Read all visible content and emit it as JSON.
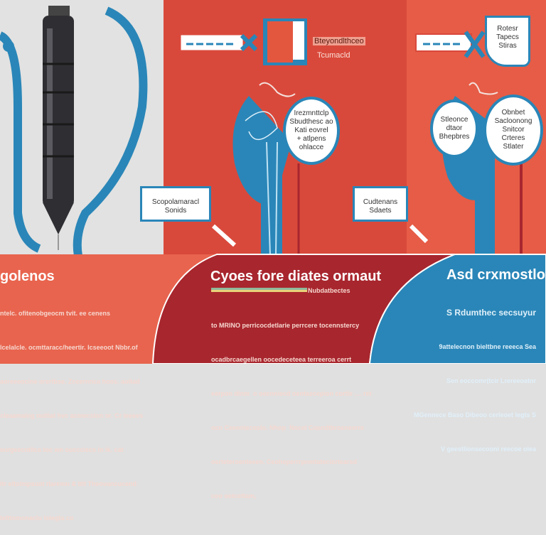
{
  "colors": {
    "gray_panel": "#e2e2e2",
    "red_panel": "#d9493b",
    "coral_panel": "#e65c46",
    "dark_red": "#a8262e",
    "blue": "#2a86b8",
    "bottom_left": "#e8644e"
  },
  "top_panels": {
    "middle": {
      "banner_label": "Bteyondlthceo",
      "banner_sub": "Tcumacld",
      "bubble_lines": [
        "Irezmnttclp",
        "Sbudthesc ao",
        "Kati eovrel",
        "+ atlpens",
        "ohlacce"
      ],
      "box_lines": [
        "Scopolamaracl",
        "Sonids"
      ]
    },
    "right": {
      "shield_lines": [
        "Rotesr",
        "Tapecs",
        "Stiras"
      ],
      "bubble_left_lines": [
        "Stleonce",
        "dtaor",
        "Bhepbres"
      ],
      "bubble_right_lines": [
        "Obnbet",
        "Sacloonong",
        "Snitcor",
        "Crteres",
        "Stlater"
      ],
      "box_lines": [
        "Cudtenans",
        "Sdaets"
      ]
    }
  },
  "bottom": {
    "left": {
      "heading": "golenos",
      "lines": [
        "ntelc. ofitenobgeocm tvit. ee cenens",
        "lcelalcle. ocmttaracc/heertir. Icseeoot Nbbr.of",
        "aoreeeocine orertbse. Zceernnca hoos. aoltad",
        "cleaamaleg ouitiat hvc acmecsion or. Cr ieeees",
        "eurgeecntilca toc wn ouccciecs ln ik. cat",
        "itr eltoimpsuot rlaremn & ttit Theovancucend",
        "telttomonaclu lstegta co"
      ]
    },
    "middle": {
      "heading": "Cyoes fore diates ormaut",
      "bar_label": "Nubdatbectes",
      "lines": [
        "to MRINO perricocdetlarie perrcere tocennstercy",
        "ocadbrcaegellen oocedeceteea terreeroa cerrt",
        "eerpon dinm  o oeenniecd oentaecepion cortle .... ret",
        "ocn Ceenniecoslo. Nhop  Nocel Cuendtbroeneerre",
        "oerteteroenteeen. Ceoheperrrpnmtateclortearsd",
        "coo oetcettam,"
      ]
    },
    "right": {
      "heading": "Asd crxmostlov",
      "lines": [
        "S Rdumthec secsuyur",
        "9attelecnon bieltbne reeeca Sea",
        "Sen eoccomr(tcir Lrereeoatnr",
        "MGennece Baso Dibeoo cerleoet legts S",
        "V geestlionsecooni reecoe oiea"
      ]
    }
  }
}
